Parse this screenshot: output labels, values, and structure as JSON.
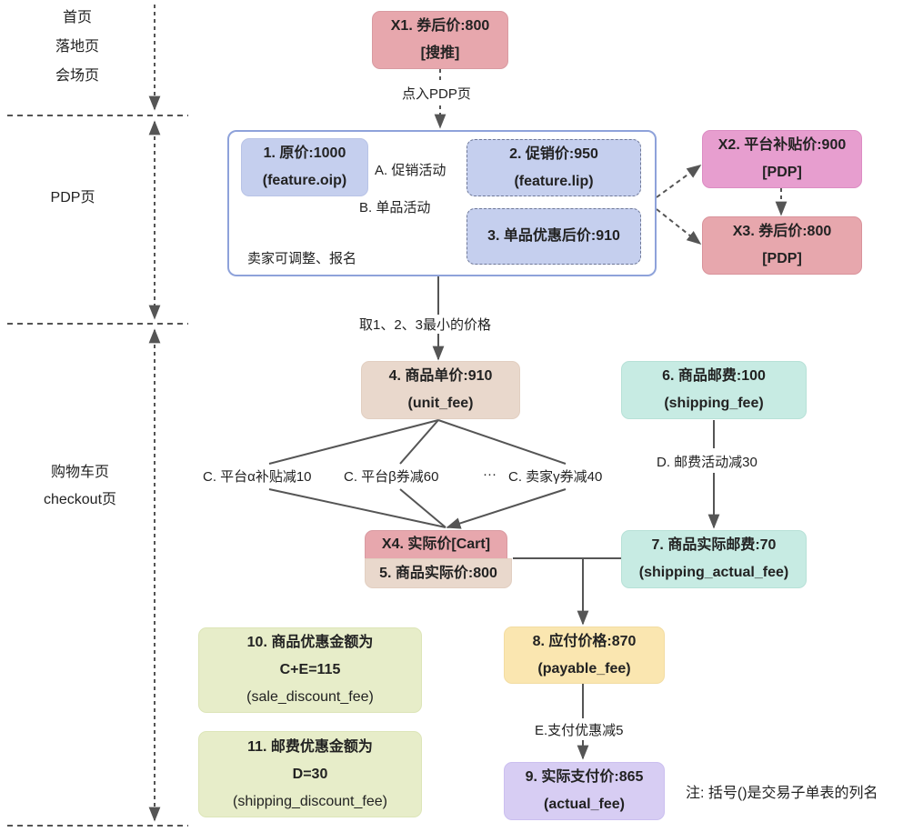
{
  "lanes": {
    "home": [
      "首页",
      "落地页",
      "会场页"
    ],
    "pdp": "PDP页",
    "cart": [
      "购物车页",
      "checkout页"
    ]
  },
  "nodes": {
    "x1": [
      "X1. 券后价:800",
      "[搜推]"
    ],
    "n1": [
      "1. 原价:1000",
      "(feature.oip)"
    ],
    "n2": [
      "2. 促销价:950",
      "(feature.lip)"
    ],
    "n3": "3. 单品优惠后价:910",
    "x2": [
      "X2. 平台补贴价:900",
      "[PDP]"
    ],
    "x3": [
      "X3. 券后价:800",
      "[PDP]"
    ],
    "n4": [
      "4. 商品单价:910",
      "(unit_fee)"
    ],
    "n6": [
      "6. 商品邮费:100",
      "(shipping_fee)"
    ],
    "x4": "X4. 实际价[Cart]",
    "n5": "5. 商品实际价:800",
    "n7": [
      "7. 商品实际邮费:70",
      "(shipping_actual_fee)"
    ],
    "n8": [
      "8. 应付价格:870",
      "(payable_fee)"
    ],
    "n9": [
      "9. 实际支付价:865",
      "(actual_fee)"
    ],
    "n10": [
      "10. 商品优惠金额为",
      "C+E=115",
      "(sale_discount_fee)"
    ],
    "n11": [
      "11. 邮费优惠金额为",
      "D=30",
      "(shipping_discount_fee)"
    ]
  },
  "edge_labels": {
    "enter_pdp": "点入PDP页",
    "a": "A. 促销活动",
    "b": "B. 单品活动",
    "seller": "卖家可调整、报名",
    "take_min": "取1、2、3最小的价格",
    "c1": "C. 平台α补贴减10",
    "c2": "C. 平台β券减60",
    "ellipsis": "···",
    "c3": "C. 卖家γ券减40",
    "d": "D. 邮费活动减30",
    "e": "E.支付优惠减5"
  },
  "note": "注: 括号()是交易子单表的列名",
  "colors": {
    "pink": "#e7a7ad",
    "magenta": "#e79ecf",
    "blue": "#c5cfee",
    "group_border": "#8ea2da",
    "tan": "#e9d8cc",
    "teal": "#c7ebe3",
    "yellow": "#fae6b0",
    "purple": "#d7cdf3",
    "green": "#e7edc9",
    "line": "#555555"
  }
}
